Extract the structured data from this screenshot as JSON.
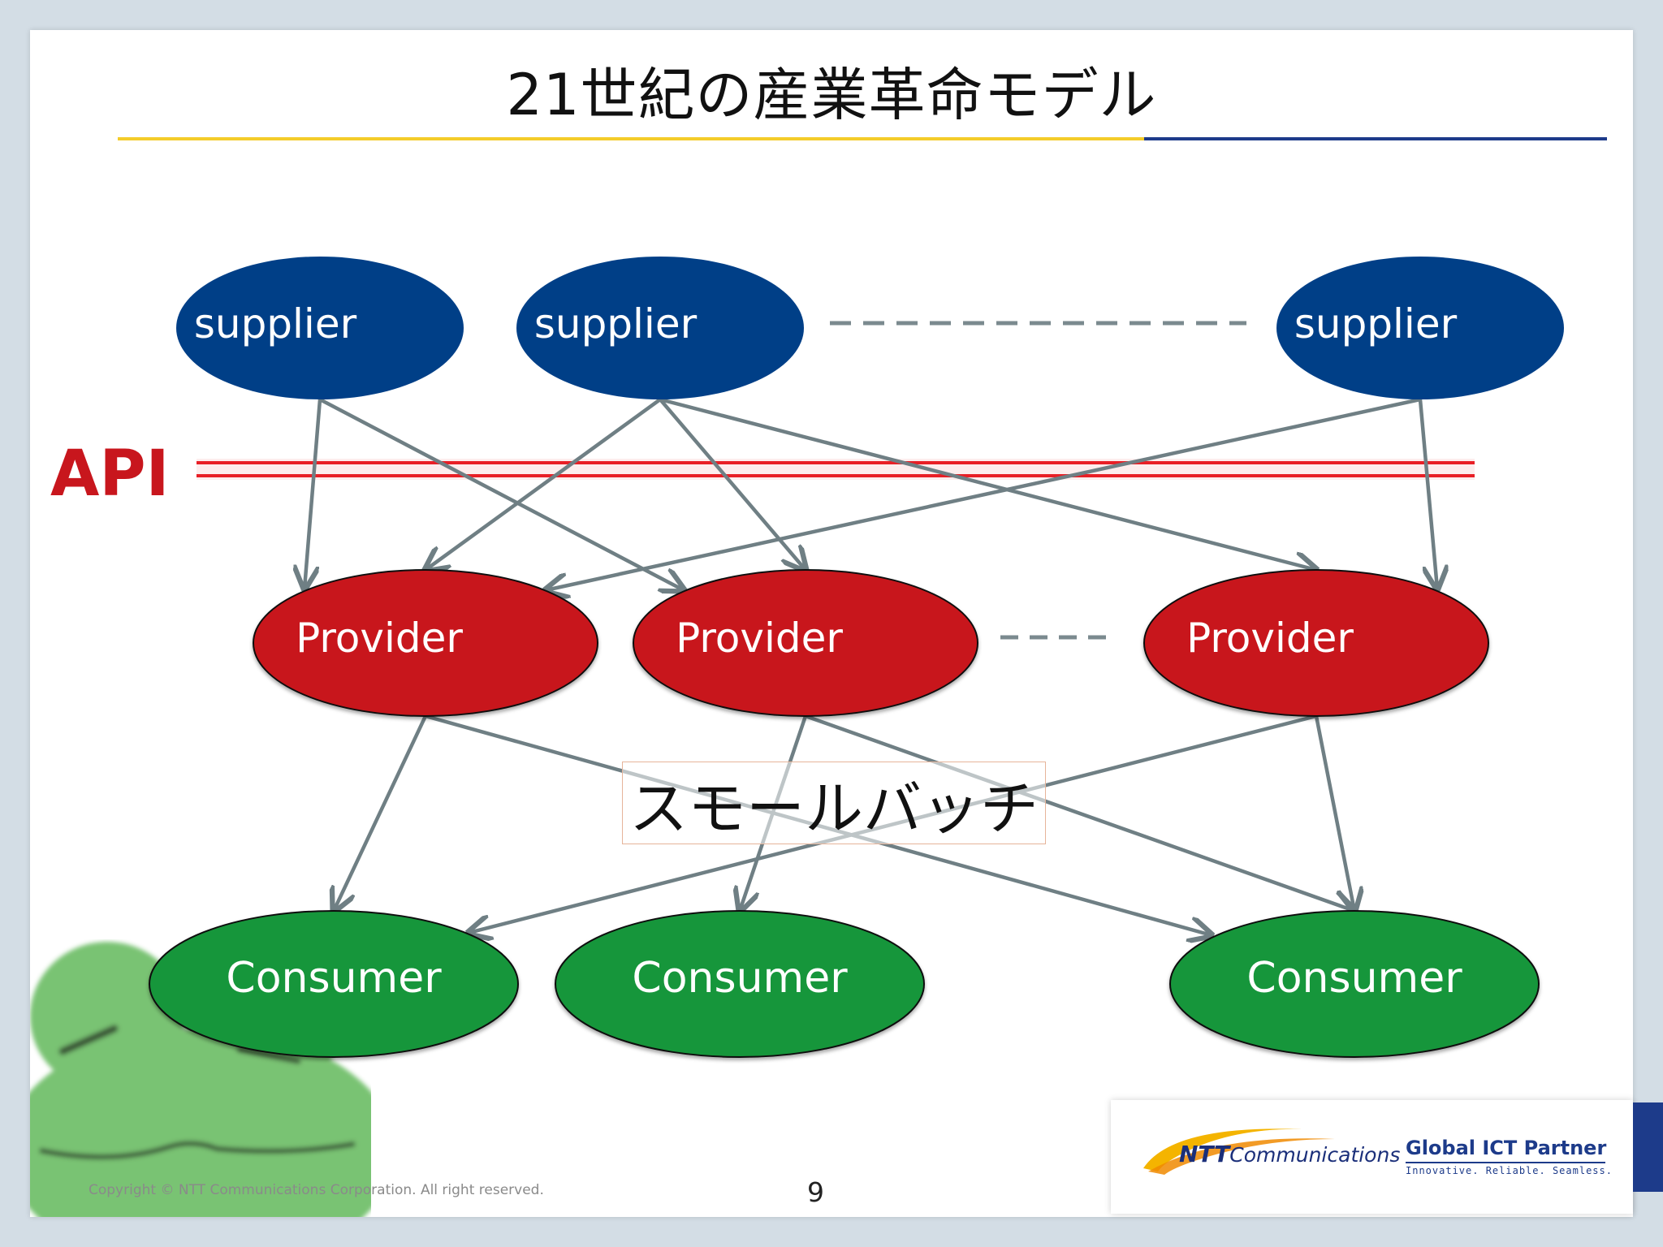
{
  "slide": {
    "title": "21世紀の産業革命モデル",
    "copyright": "Copyright © NTT Communications Corporation. All right reserved.",
    "page_number": "9"
  },
  "diagram": {
    "api_label": "API",
    "small_batch_label": "スモールバッチ",
    "suppliers": [
      {
        "label": "supplier"
      },
      {
        "label": "supplier"
      },
      {
        "label": "supplier"
      }
    ],
    "providers": [
      {
        "label": "Provider"
      },
      {
        "label": "Provider"
      },
      {
        "label": "Provider"
      }
    ],
    "consumers": [
      {
        "label": "Consumer"
      },
      {
        "label": "Consumer"
      },
      {
        "label": "Consumer"
      }
    ],
    "edges": [
      {
        "from": "supplier-1",
        "to": "provider-1"
      },
      {
        "from": "supplier-1",
        "to": "provider-2"
      },
      {
        "from": "supplier-2",
        "to": "provider-1"
      },
      {
        "from": "supplier-2",
        "to": "provider-2"
      },
      {
        "from": "supplier-2",
        "to": "provider-3"
      },
      {
        "from": "supplier-3",
        "to": "provider-1"
      },
      {
        "from": "supplier-3",
        "to": "provider-3"
      },
      {
        "from": "provider-1",
        "to": "consumer-1"
      },
      {
        "from": "provider-1",
        "to": "consumer-3"
      },
      {
        "from": "provider-2",
        "to": "consumer-2"
      },
      {
        "from": "provider-2",
        "to": "consumer-3"
      },
      {
        "from": "provider-3",
        "to": "consumer-1"
      },
      {
        "from": "provider-3",
        "to": "consumer-3"
      }
    ],
    "colors": {
      "supplier": "#003f87",
      "provider": "#c8161d",
      "consumer": "#17963a",
      "edge": "#6f7f84",
      "api_line": "#e8141c"
    }
  },
  "logo": {
    "company_bold": "NTT",
    "company_rest": "Communications",
    "partner_title": "Global ICT Partner",
    "partner_tagline": "Innovative. Reliable. Seamless."
  }
}
